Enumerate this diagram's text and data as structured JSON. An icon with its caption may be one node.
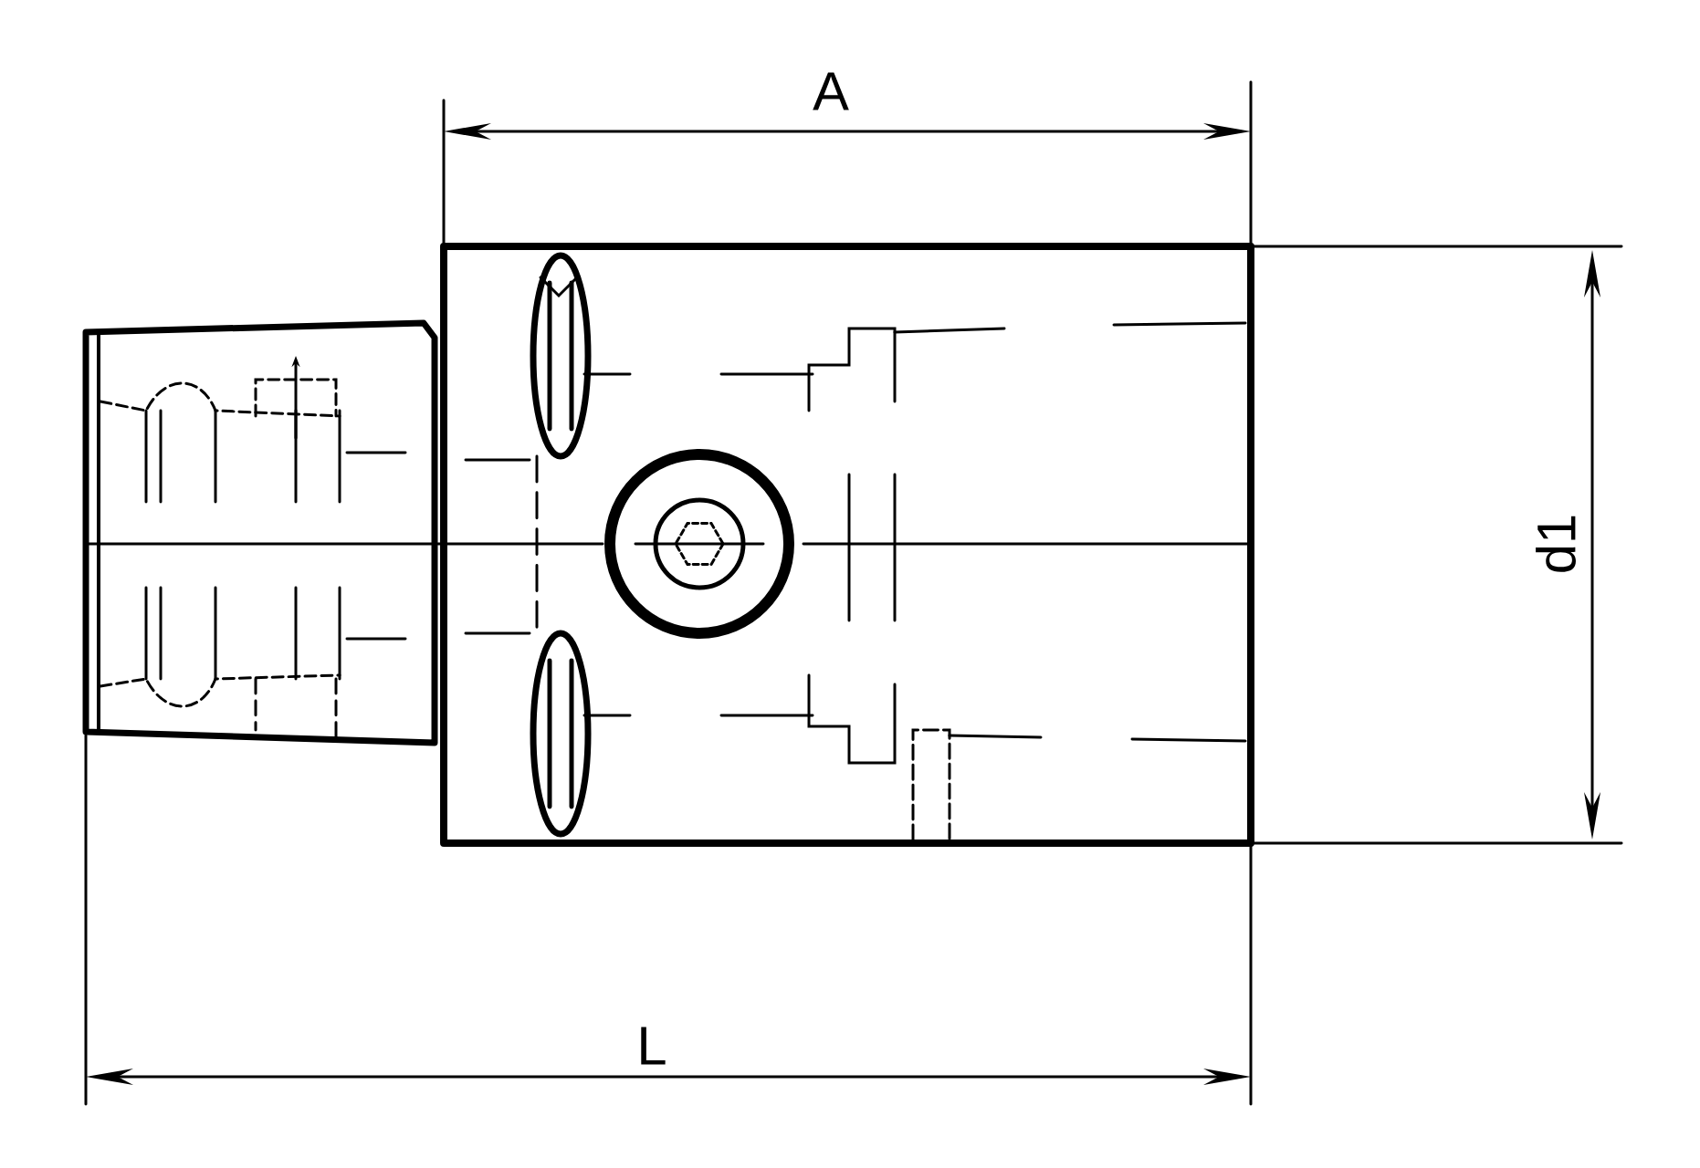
{
  "diagram": {
    "labels": [
      "A",
      "d1",
      "L"
    ]
  }
}
